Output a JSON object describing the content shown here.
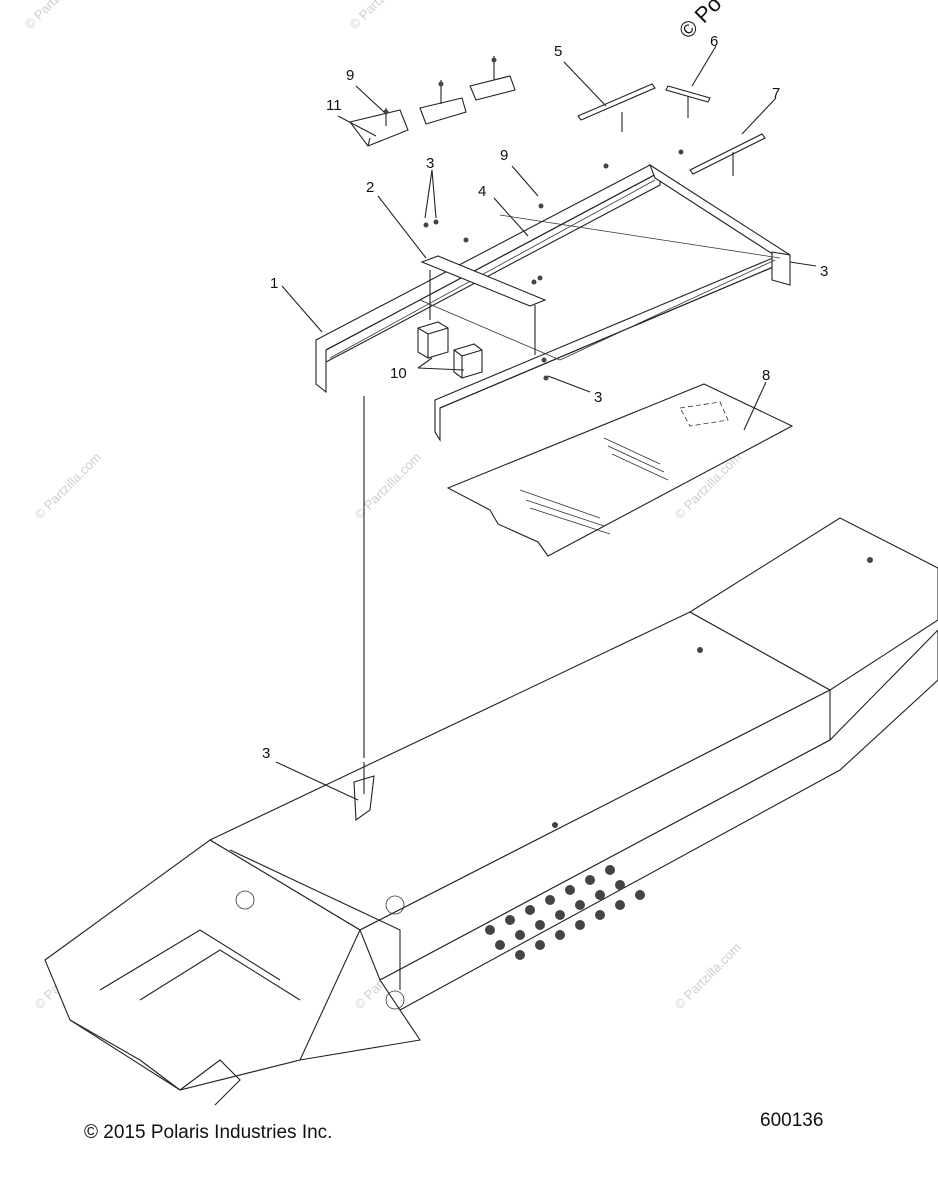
{
  "footer": {
    "copyright": "© 2015 Polaris Industries Inc.",
    "diagram_number": "600136"
  },
  "watermark": {
    "text": "© Partzilla.com",
    "corner_text": "© Po"
  },
  "callouts": {
    "c1": "1",
    "c2": "2",
    "c3a": "3",
    "c3b": "3",
    "c3c": "3",
    "c3d": "3",
    "c4": "4",
    "c5": "5",
    "c6": "6",
    "c7": "7",
    "c8": "8",
    "c9a": "9",
    "c9b": "9",
    "c10": "10",
    "c11": "11"
  }
}
